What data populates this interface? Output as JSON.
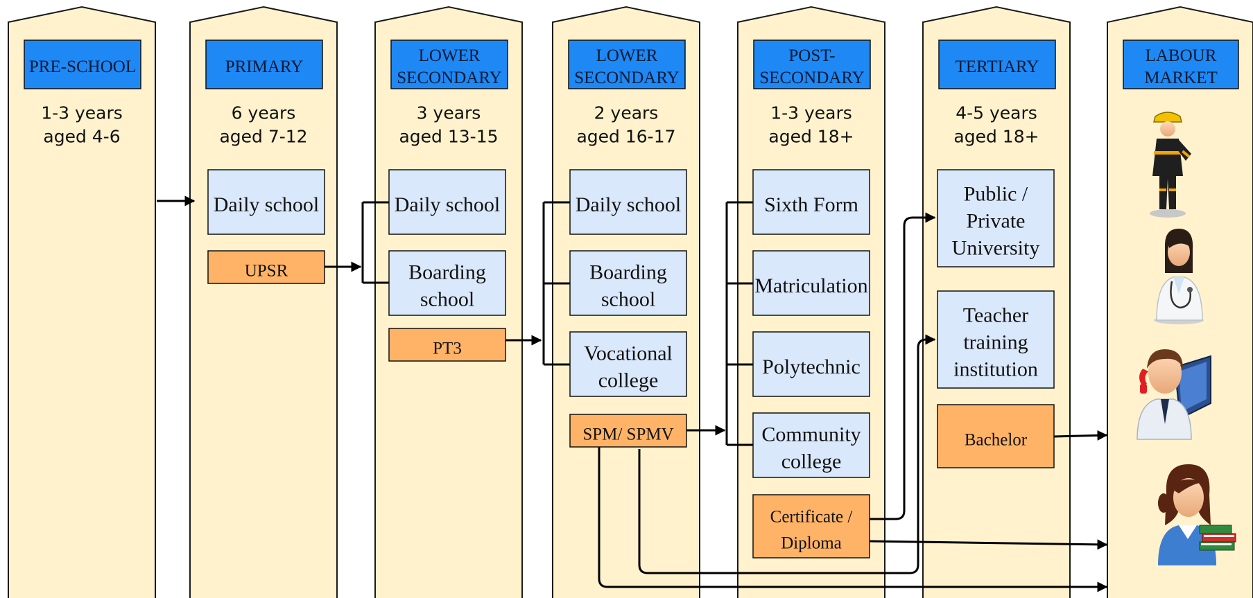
{
  "colors": {
    "column_fill": "#fff2cc",
    "column_stroke": "#1a1a1a",
    "header_fill": "#1e88f5",
    "box_fill": "#dae8fc",
    "exam_fill": "#ffb366",
    "line": "#000000"
  },
  "columns": [
    {
      "header": [
        "PRE-SCHOOL"
      ],
      "duration": [
        "1-3 years",
        "aged 4-6"
      ]
    },
    {
      "header": [
        "PRIMARY"
      ],
      "duration": [
        "6 years",
        "aged 7-12"
      ]
    },
    {
      "header": [
        "LOWER",
        "SECONDARY"
      ],
      "duration": [
        "3 years",
        "aged 13-15"
      ]
    },
    {
      "header": [
        "LOWER",
        "SECONDARY"
      ],
      "duration": [
        "2 years",
        "aged 16-17"
      ]
    },
    {
      "header": [
        "POST-",
        "SECONDARY"
      ],
      "duration": [
        "1-3 years",
        "aged 18+"
      ]
    },
    {
      "header": [
        "TERTIARY"
      ],
      "duration": [
        "4-5 years",
        "aged 18+"
      ]
    },
    {
      "header": [
        "LABOUR",
        "MARKET"
      ],
      "duration": []
    }
  ],
  "boxes": [
    {
      "id": "primary-daily",
      "lines": [
        "Daily school"
      ]
    },
    {
      "id": "lowsec-daily",
      "lines": [
        "Daily school"
      ]
    },
    {
      "id": "lowsec-boarding",
      "lines": [
        "Boarding",
        "school"
      ]
    },
    {
      "id": "uppsec-daily",
      "lines": [
        "Daily school"
      ]
    },
    {
      "id": "uppsec-boarding",
      "lines": [
        "Boarding",
        "school"
      ]
    },
    {
      "id": "uppsec-vocational",
      "lines": [
        "Vocational",
        "college"
      ]
    },
    {
      "id": "post-sixth",
      "lines": [
        "Sixth Form"
      ]
    },
    {
      "id": "post-matric",
      "lines": [
        "Matriculation"
      ]
    },
    {
      "id": "post-poly",
      "lines": [
        "Polytechnic"
      ]
    },
    {
      "id": "post-community",
      "lines": [
        "Community",
        "college"
      ]
    },
    {
      "id": "tert-university",
      "lines": [
        "Public /",
        "Private",
        "University"
      ]
    },
    {
      "id": "tert-teacher",
      "lines": [
        "Teacher",
        "training",
        "institution"
      ]
    }
  ],
  "exams": [
    {
      "id": "upsr",
      "lines": [
        "UPSR"
      ]
    },
    {
      "id": "pt3",
      "lines": [
        "PT3"
      ]
    },
    {
      "id": "spm",
      "lines": [
        "SPM/ SPMV"
      ]
    },
    {
      "id": "certificate",
      "lines": [
        "Certificate /",
        "Diploma"
      ]
    },
    {
      "id": "bachelor",
      "lines": [
        "Bachelor"
      ]
    }
  ],
  "labour_icons": [
    "firefighter-icon",
    "doctor-icon",
    "office-worker-icon",
    "teacher-icon"
  ]
}
